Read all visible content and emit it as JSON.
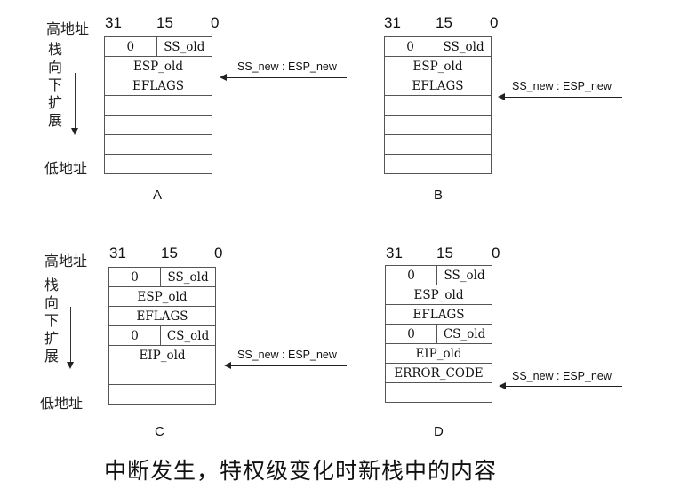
{
  "labels": {
    "high_address": "高地址",
    "low_address": "低地址",
    "grow_direction_chars": [
      "栈",
      "向",
      "下",
      "扩",
      "展"
    ],
    "bit_31": "31",
    "bit_15": "15",
    "bit_0": "0",
    "pointer": "SS_new : ESP_new"
  },
  "panels": [
    {
      "id": "A",
      "label": "A",
      "rows": [
        {
          "left": "0",
          "right": "SS_old"
        },
        {
          "full": "ESP_old"
        },
        {
          "full": "EFLAGS"
        },
        {
          "full": ""
        },
        {
          "full": ""
        },
        {
          "full": ""
        },
        {
          "full": ""
        }
      ],
      "pointer_after_row": 1
    },
    {
      "id": "B",
      "label": "B",
      "rows": [
        {
          "left": "0",
          "right": "SS_old"
        },
        {
          "full": "ESP_old"
        },
        {
          "full": "EFLAGS"
        },
        {
          "full": ""
        },
        {
          "full": ""
        },
        {
          "full": ""
        },
        {
          "full": ""
        }
      ],
      "pointer_after_row": 2
    },
    {
      "id": "C",
      "label": "C",
      "rows": [
        {
          "left": "0",
          "right": "SS_old"
        },
        {
          "full": "ESP_old"
        },
        {
          "full": "EFLAGS"
        },
        {
          "left": "0",
          "right": "CS_old"
        },
        {
          "full": "EIP_old"
        },
        {
          "full": ""
        },
        {
          "full": ""
        }
      ],
      "pointer_after_row": 4
    },
    {
      "id": "D",
      "label": "D",
      "rows": [
        {
          "left": "0",
          "right": "SS_old"
        },
        {
          "full": "ESP_old"
        },
        {
          "full": "EFLAGS"
        },
        {
          "left": "0",
          "right": "CS_old"
        },
        {
          "full": "EIP_old"
        },
        {
          "full": "ERROR_CODE"
        },
        {
          "full": ""
        }
      ],
      "pointer_after_row": 5
    }
  ],
  "caption": "中断发生，特权级变化时新栈中的内容"
}
